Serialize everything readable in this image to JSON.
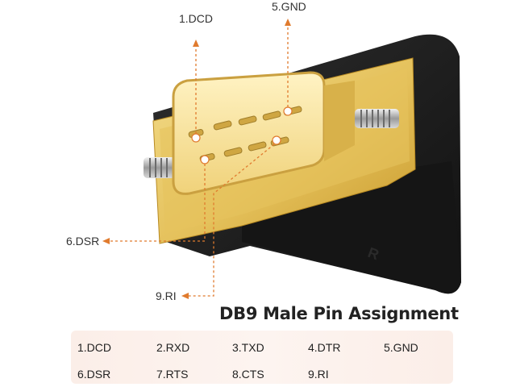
{
  "callouts": {
    "dcd": "1.DCD",
    "gnd": "5.GND",
    "dsr": "6.DSR",
    "ri": "9.RI"
  },
  "title": "DB9 Male Pin Assignment",
  "pin_table": {
    "rows": [
      [
        "1.DCD",
        "2.RXD",
        "3.TXD",
        "4.DTR",
        "5.GND"
      ],
      [
        "6.DSR",
        "7.RTS",
        "8.CTS",
        "9.RI"
      ]
    ]
  },
  "colors": {
    "callout_line": "#e07b2e",
    "connector_gold": "#e9c766",
    "housing": "#1e1e1e",
    "table_background": "#fbeee8"
  }
}
